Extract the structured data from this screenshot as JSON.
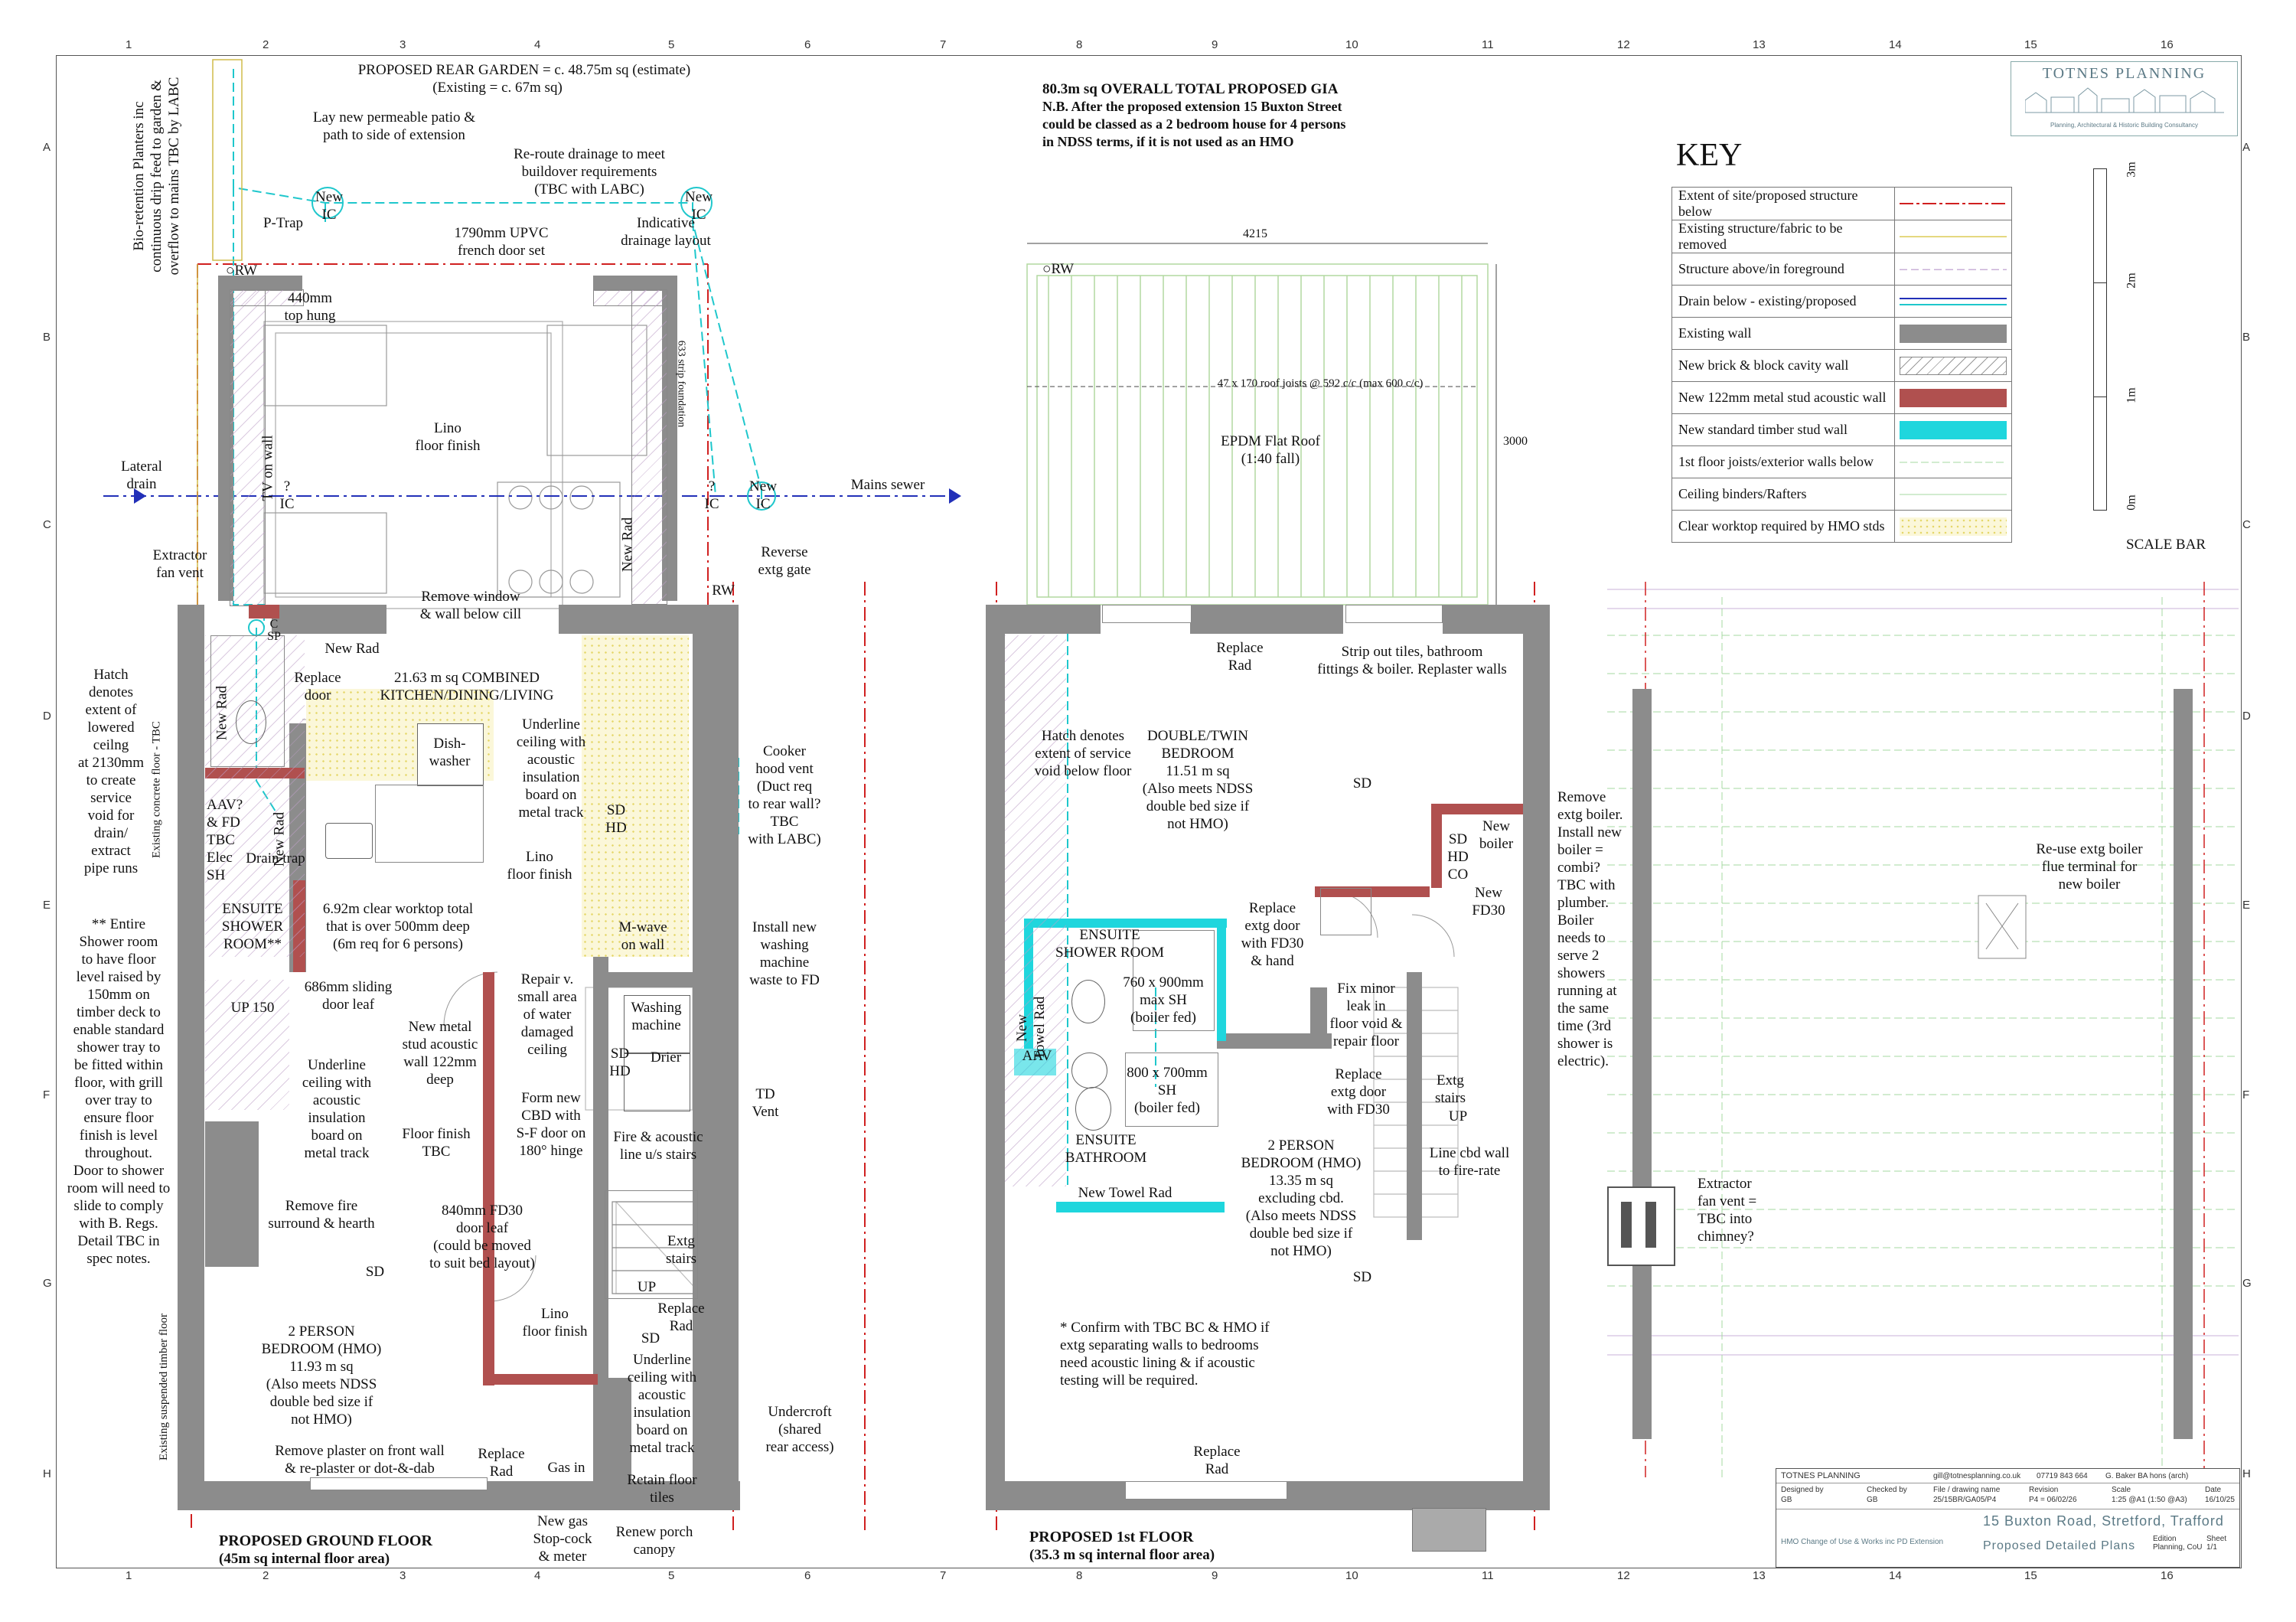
{
  "sheet": {
    "column_numbers": [
      "1",
      "2",
      "3",
      "4",
      "5",
      "6",
      "7",
      "8",
      "9",
      "10",
      "11",
      "12",
      "13",
      "14",
      "15",
      "16"
    ],
    "row_letters": [
      "A",
      "B",
      "C",
      "D",
      "E",
      "F",
      "G",
      "H"
    ]
  },
  "ground_floor": {
    "garden_title": "PROPOSED REAR GARDEN = c. 48.75m sq (estimate)",
    "garden_existing": "(Existing = c. 67m sq)",
    "patio_note": "Lay new permeable patio &\npath to side of extension",
    "drainage_note": "Re-route drainage to meet\nbuildover requirements\n(TBC with LABC)",
    "bio_retention": "Bio-retention Planters inc\ncontinuous drip feed to garden &\noverflow to mains TBC by LABC",
    "p_trap": "P-Trap",
    "new_ic_1": "New\nIC",
    "new_ic_2": "New\nIC",
    "new_ic_3": "New\nIC",
    "french_door": "1790mm UPVC\nfrench door set",
    "indicative_drainage": "Indicative\ndrainage layout",
    "rw_1": "○RW",
    "window_440": "440mm\ntop hung",
    "strip_foundation": "633 strip foundation",
    "lino_1": "Lino\nfloor finish",
    "tv_on_wall": "TV on wall",
    "lateral_drain": "Lateral\ndrain",
    "mains_sewer": "Mains sewer",
    "ic_q1": "?\nIC",
    "ic_q2": "?\nIC",
    "new_rad_garden": "New Rad",
    "extractor": "Extractor\nfan vent",
    "remove_window": "Remove window\n& wall below cill",
    "reverse_gate": "Reverse\nextg gate",
    "rw_2": "RW",
    "hatch_note": "Hatch\ndenotes\nextent of\nlowered\nceilng\nat 2130mm\nto create\nservice\nvoid for\ndrain/\nextract\npipe runs",
    "existing_concrete": "Existing concrete floor - TBC",
    "existing_timber_floor": "Existing suspended timber floor",
    "ceiling_sp": "C\nSP",
    "new_rad_2": "New Rad",
    "new_rad_3": "New Rad",
    "new_rad_4": "New Rad",
    "replace_door": "Replace\ndoor",
    "kitchen": "21.63 m sq COMBINED\nKITCHEN/DINING/LIVING",
    "dishwasher": "Dish-\nwasher",
    "underline_ceiling_1": "Underline\nceiling with\nacoustic\ninsulation\nboard on\nmetal track",
    "sd_hd_1": "SD\nHD",
    "lino_2": "Lino\nfloor finish",
    "aav": "AAV?\n& FD\nTBC\nElec\nSH",
    "drain_trap": "Drain trap",
    "ensuite_shower_gf": "ENSUITE\nSHOWER\nROOM**",
    "worktop_note": "6.92m clear worktop total\nthat is over 500mm deep\n(6m req for 6 persons)",
    "m_wave": "M-wave\non wall",
    "cooker_hood": "Cooker\nhood vent\n(Duct req\nto rear wall?\nTBC\nwith LABC)",
    "washing_machine_install": "Install new\nwashing\nmachine\nwaste to FD",
    "entire_shower_note": "** Entire\nShower room\nto have floor\nlevel raised by\n150mm on\ntimber deck to\nenable standard\nshower tray to\nbe fitted within\nfloor, with grill\nover tray to\nensure floor\nfinish is level\nthroughout.\nDoor to shower\nroom will need to\nslide to comply\nwith B. Regs.\nDetail TBC in\nspec notes.",
    "sliding_door": "686mm sliding\ndoor leaf",
    "up_150": "UP 150",
    "new_metal_stud": "New metal\nstud acoustic\nwall 122mm\ndeep",
    "repair_water": "Repair v.\nsmall area\nof water\ndamaged\nceiling",
    "washing_machine": "Washing\nmachine",
    "sd_hd_2": "SD\nHD",
    "drier": "Drier",
    "td_vent": "TD\nVent",
    "underline_ceiling_2": "Underline\nceiling with\nacoustic\ninsulation\nboard on\nmetal track",
    "floor_finish_tbc": "Floor finish\nTBC",
    "form_cbd": "Form new\nCBD with\nS-F door on\n180° hinge",
    "fire_acoustic": "Fire & acoustic\nline u/s stairs",
    "remove_fire": "Remove fire\nsurround & hearth",
    "fd30_door": "840mm FD30\ndoor leaf\n(could be moved\nto suit bed layout)",
    "extg_stairs_gf": "Extg\nstairs",
    "up_gf": "UP",
    "sd_1": "SD",
    "lino_3": "Lino\nfloor finish",
    "replace_rad_1": "Replace\nRad",
    "sd_2": "SD",
    "bedroom_gf": "2 PERSON\nBEDROOM (HMO)\n11.93 m sq\n(Also meets NDSS\ndouble bed size if\nnot HMO)",
    "underline_ceiling_3": "Underline\nceiling with\nacoustic\ninsulation\nboard on\nmetal track",
    "undercroft": "Undercroft\n(shared\nrear access)",
    "remove_plaster": "Remove plaster on front wall\n& re-plaster or dot-&-dab",
    "replace_rad_2": "Replace\nRad",
    "gas_in": "Gas in",
    "retain_floor": "Retain floor\ntiles",
    "new_gas": "New gas\nStop-cock\n& meter",
    "renew_porch": "Renew porch\ncanopy",
    "title": "PROPOSED GROUND FLOOR",
    "area": "(45m sq internal floor area)"
  },
  "first_floor": {
    "gia_title": "80.3m sq OVERALL TOTAL PROPOSED GIA",
    "gia_note": "N.B. After the proposed extension 15 Buxton Street\ncould be classed as a 2 bedroom house for 4 persons\nin NDSS terms, if it is not used as an HMO",
    "dim_4215": "4215",
    "rw": "○RW",
    "roof_joists": "47 x 170 roof joists @ 592 c/c (max 600 c/c)",
    "epdm_roof": "EPDM Flat Roof\n(1:40 fall)",
    "dim_3000": "3000",
    "replace_rad_1": "Replace\nRad",
    "strip_out": "Strip out tiles, bathroom\nfittings & boiler. Replaster walls",
    "hatch_note": "Hatch denotes\nextent of service\nvoid below floor",
    "double_twin": "DOUBLE/TWIN\nBEDROOM\n11.51 m sq\n(Also meets NDSS\ndouble bed size if\nnot HMO)",
    "sd_1": "SD",
    "sd_hd_co": "SD\nHD\nCO",
    "new_boiler": "New\nboiler",
    "new_fd30": "New\nFD30",
    "replace_fd30": "Replace\nextg door\nwith FD30\n& hand",
    "ensuite_shower": "ENSUITE\nSHOWER ROOM",
    "max_sh": "760 x 900mm\nmax SH\n(boiler fed)",
    "new_towel_rad_1": "New\nTowel Rad",
    "aav": "AAV",
    "fix_minor_leak": "Fix minor\nleak in\nfloor void &\nrepair floor",
    "sh_800": "800 x 700mm\nSH\n(boiler fed)",
    "replace_extg_fd30": "Replace\nextg door\nwith FD30",
    "extg_stairs": "Extg\nstairs",
    "up": "UP",
    "ensuite_bathroom": "ENSUITE\nBATHROOM",
    "bedroom_2p": "2 PERSON\nBEDROOM (HMO)\n13.35 m sq\nexcluding cbd.\n(Also meets NDSS\ndouble bed size if\nnot HMO)",
    "line_cbd": "Line cbd wall\nto fire-rate",
    "new_towel_rad_2": "New Towel Rad",
    "sd_2": "SD",
    "confirm_note": "* Confirm with TBC BC & HMO if\nextg separating walls to bedrooms\nneed acoustic lining & if acoustic\ntesting will be required.",
    "replace_rad_2": "Replace\nRad",
    "remove_boiler": "Remove\nextg boiler.\nInstall new\nboiler =\ncombi?\nTBC with\nplumber.\nBoiler\nneeds to\nserve 2\nshowers\nrunning at\nthe same\ntime (3rd\nshower is\nelectric).",
    "title": "PROPOSED 1st FLOOR",
    "area": "(35.3 m sq internal floor area)"
  },
  "roof_plan": {
    "reuse_boiler": "Re-use extg boiler\nflue terminal for\nnew boiler",
    "extractor_fan": "Extractor\nfan vent =\nTBC into\nchimney?"
  },
  "key": {
    "title": "KEY",
    "items": [
      {
        "label": "Extent of site/proposed structure below",
        "kind": "dashdot-red"
      },
      {
        "label": "Existing structure/fabric to be removed",
        "kind": "line-yellow"
      },
      {
        "label": "Structure above/in foreground",
        "kind": "dash-grey"
      },
      {
        "label": "Drain below - existing/proposed",
        "kind": "drain"
      },
      {
        "label": "Existing wall",
        "kind": "fill-grey"
      },
      {
        "label": "New brick & block cavity wall",
        "kind": "hatch"
      },
      {
        "label": "New 122mm metal stud acoustic wall",
        "kind": "fill-red"
      },
      {
        "label": "New standard timber stud wall",
        "kind": "fill-cyan"
      },
      {
        "label": "1st floor joists/exterior walls below",
        "kind": "line-green"
      },
      {
        "label": "Ceiling binders/Rafters",
        "kind": "line-green2"
      },
      {
        "label": "Clear worktop required by HMO stds",
        "kind": "dots"
      }
    ]
  },
  "scale_bar": {
    "label": "SCALE BAR",
    "ticks": [
      "3m",
      "2m",
      "1m",
      "0m"
    ]
  },
  "logo": {
    "name": "TOTNES PLANNING",
    "tagline": "Planning, Architectural & Historic Building Consultancy"
  },
  "title_block": {
    "company": "TOTNES PLANNING",
    "email": "gill@totnesplanning.co.uk",
    "phone": "07719 843 664",
    "author": "G. Baker BA hons (arch)",
    "designed_by_label": "Designed by",
    "designed_by": "GB",
    "checked_by_label": "Checked by",
    "checked_by": "GB",
    "file_label": "File / drawing name",
    "file": "25/15BR/GA05/P4",
    "revision_label": "Revision",
    "revision": "P4 = 06/02/26",
    "scale_label": "Scale",
    "scale": "1:25 @A1 (1:50 @A3)",
    "date_label": "Date",
    "date": "16/10/25",
    "project": "15 Buxton Road, Stretford, Trafford",
    "subtitle": "HMO Change of Use & Works inc PD Extension",
    "drawing": "Proposed Detailed Plans",
    "edition": "Edition\nPlanning, CoU",
    "sheet": "Sheet\n1/1"
  },
  "colors": {
    "existing_wall": "#8c8c8c",
    "acoustic_wall": "#b0504f",
    "timber_wall": "#1fd6dd",
    "drain_blue": "#2230b8",
    "site_red": "#d02020"
  }
}
